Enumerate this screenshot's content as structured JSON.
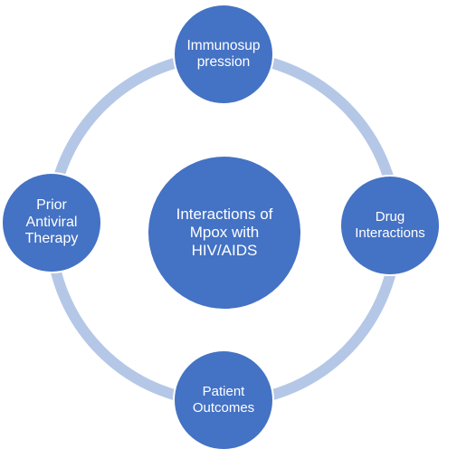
{
  "diagram": {
    "ring_color": "#b4c7e7",
    "node_color": "#4472c4",
    "center": {
      "label": "Interactions of\nMpox with\nHIV/AIDS"
    },
    "nodes": {
      "top": {
        "label": "Immunosup\npression"
      },
      "right": {
        "label": "Drug\nInteractions"
      },
      "bottom": {
        "label": "Patient\nOutcomes"
      },
      "left": {
        "label": "Prior\nAntiviral\nTherapy"
      }
    }
  }
}
